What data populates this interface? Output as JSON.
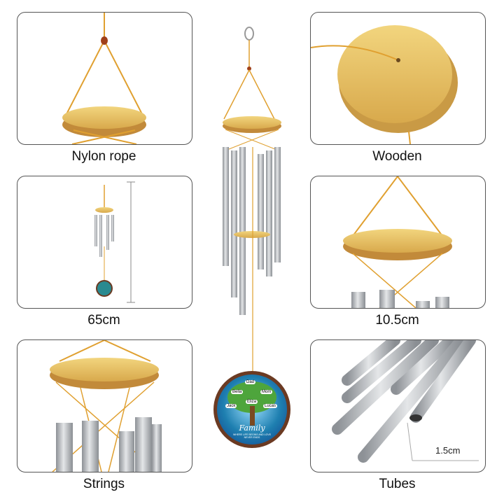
{
  "panels": [
    {
      "label": "Nylon rope"
    },
    {
      "label": "Wooden"
    },
    {
      "label": "65cm"
    },
    {
      "label": "10.5cm"
    },
    {
      "label": "Strings"
    },
    {
      "label": "Tubes",
      "annotation": "1.5cm"
    }
  ],
  "pendant": {
    "names": [
      "Dad",
      "Bella",
      "Mom",
      "Jack",
      "Eliza",
      "Lucas"
    ],
    "title": "Family",
    "subtitle": "WHERE LIFE BEGINS AND LOVE NEVER ENDS"
  },
  "colors": {
    "wood": "#e8c46a",
    "tube": "#b9bcc0",
    "rope": "#e0a030",
    "pendant_rim": "#6b3a22"
  }
}
